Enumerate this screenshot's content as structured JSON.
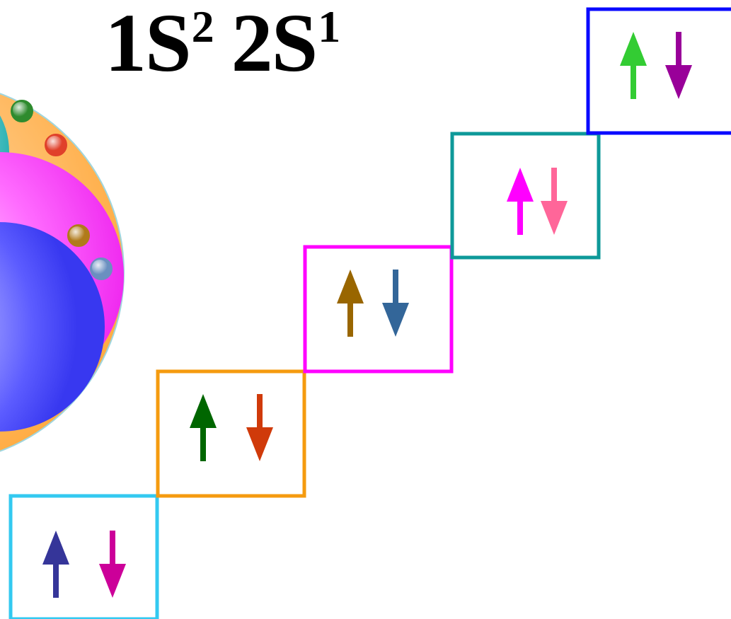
{
  "title": {
    "terms": [
      {
        "base": "1S",
        "exponent": "2"
      },
      {
        "base": "2S",
        "exponent": "1"
      }
    ]
  },
  "orbital_boxes": [
    {
      "name": "orbital-box-1",
      "border": "#33c9f0",
      "up_arrow": "#353599",
      "down_arrow": "#cc0099"
    },
    {
      "name": "orbital-box-2",
      "border": "#f59b0f",
      "up_arrow": "#006600",
      "down_arrow": "#d03a0a"
    },
    {
      "name": "orbital-box-3",
      "border": "#ff00ff",
      "up_arrow": "#996600",
      "down_arrow": "#336699"
    },
    {
      "name": "orbital-box-4",
      "border": "#0e9999",
      "up_arrow": "#ff00ff",
      "down_arrow": "#ff6699"
    },
    {
      "name": "orbital-box-5",
      "border": "#0a0aff",
      "up_arrow": "#33cc33",
      "down_arrow": "#990099"
    }
  ],
  "atom": {
    "outer_shell": "#ffae47",
    "middle_shell": "#ff44ff",
    "teal_sphere": "#3fbfc0",
    "nucleus": "#4444ff",
    "electrons": [
      "#2e8b2e",
      "#e0402a",
      "#b07a1a",
      "#6a8fc0"
    ]
  }
}
